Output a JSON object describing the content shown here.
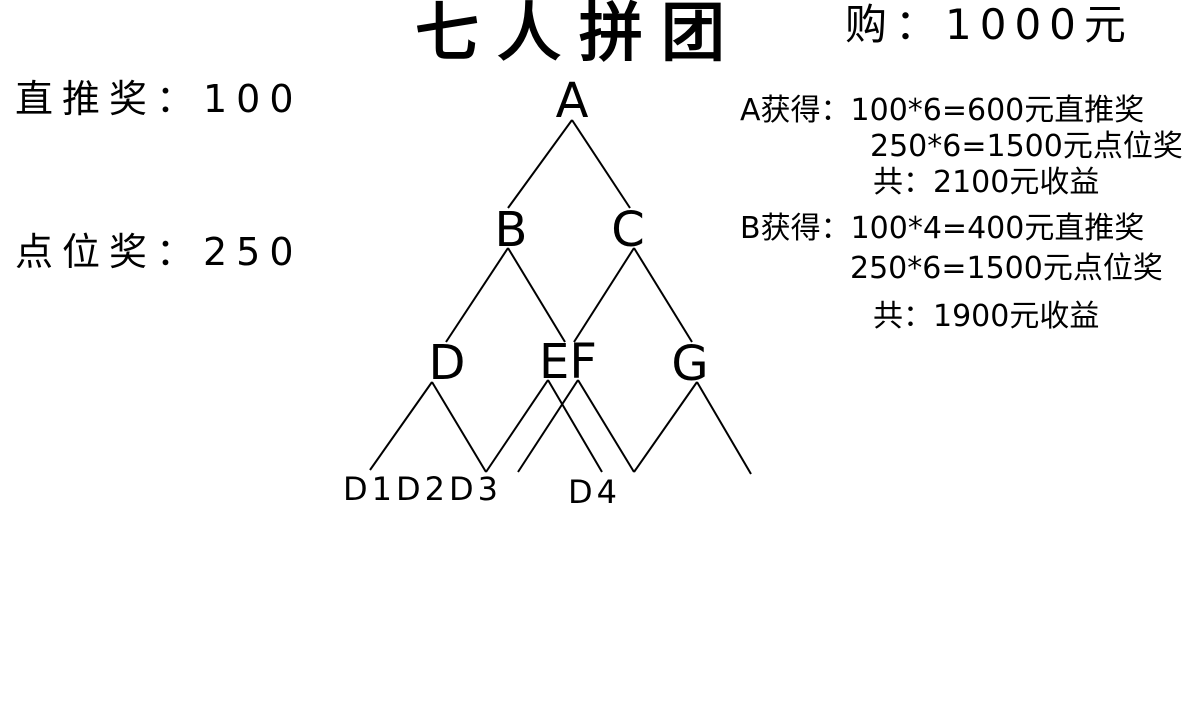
{
  "title": "七人拼团",
  "purchase": "购：1000元",
  "rewards": {
    "direct": "直推奖：100",
    "position": "点位奖：250"
  },
  "earnings": {
    "a_line1": "A获得：100*6=600元直推奖",
    "a_line2": "250*6=1500元点位奖",
    "a_total": "共：2100元收益",
    "b_line1": "B获得：100*4=400元直推奖",
    "b_line2": "250*6=1500元点位奖",
    "b_total": "共：1900元收益"
  },
  "tree": {
    "nodes": {
      "A": "A",
      "B": "B",
      "C": "C",
      "D": "D",
      "EF": "EF",
      "G": "G"
    },
    "leaves": {
      "d123": "D1D2D3",
      "d4": "D4"
    }
  }
}
